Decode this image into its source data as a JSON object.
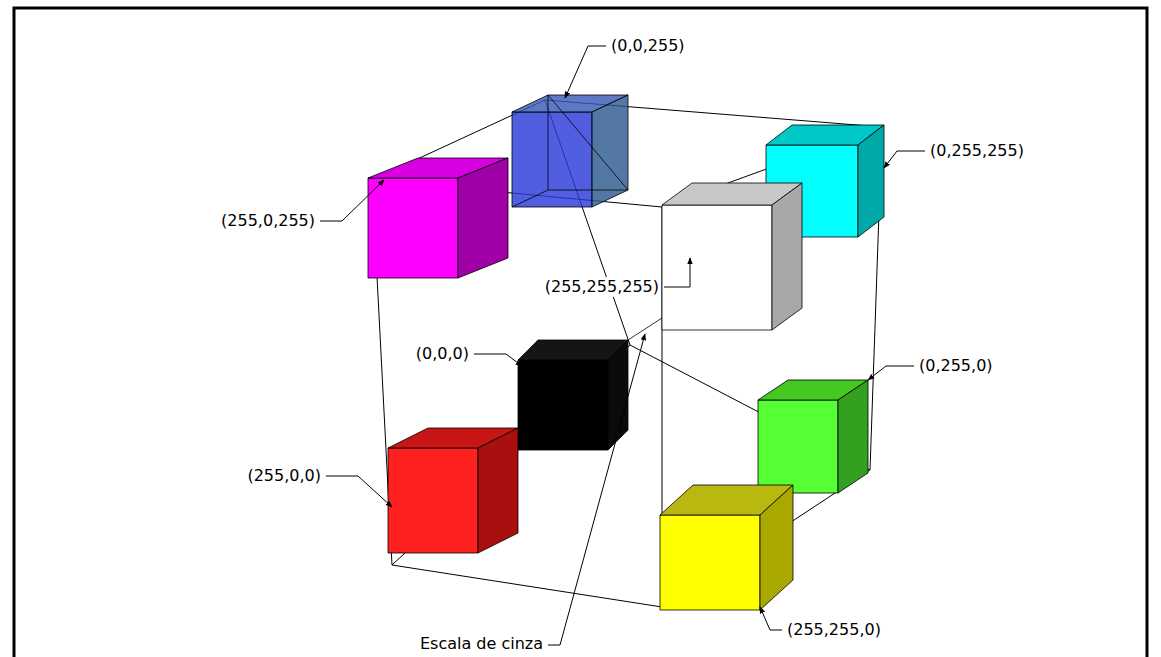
{
  "diagram": {
    "labels": [
      "(0,0,255)",
      "(0,255,255)",
      "(255,0,255)",
      "(255,255,255)",
      "(0,0,0)",
      "(0,255,0)",
      "(255,0,0)",
      "(255,255,0)",
      "Escala de cinza"
    ]
  }
}
